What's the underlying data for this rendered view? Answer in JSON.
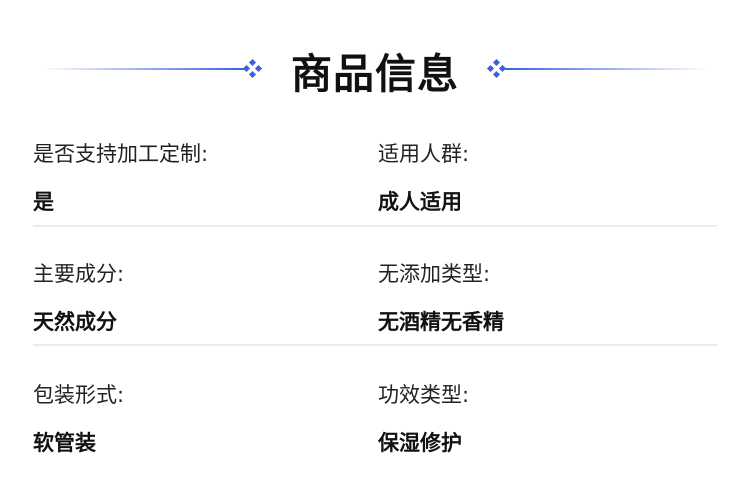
{
  "title": "商品信息",
  "accent": "#3b5fe0",
  "rows": [
    [
      {
        "label": "是否支持加工定制:",
        "value": "是"
      },
      {
        "label": "适用人群:",
        "value": "成人适用"
      }
    ],
    [
      {
        "label": "主要成分:",
        "value": "天然成分"
      },
      {
        "label": "无添加类型:",
        "value": "无酒精无香精"
      }
    ],
    [
      {
        "label": "包装形式:",
        "value": "软管装"
      },
      {
        "label": "功效类型:",
        "value": "保湿修护"
      }
    ]
  ]
}
